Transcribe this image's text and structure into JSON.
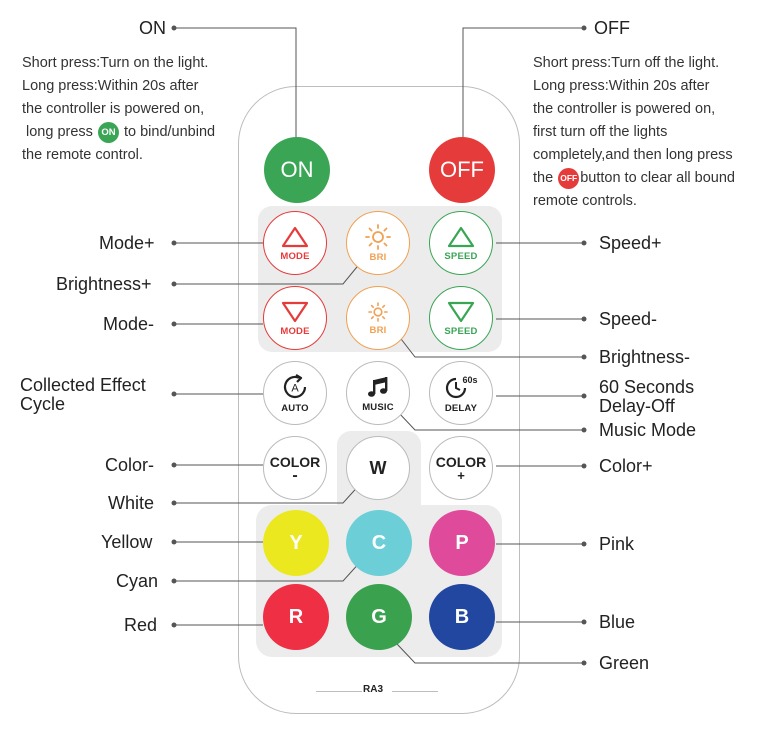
{
  "labels": {
    "on": "ON",
    "off": "OFF",
    "mode_plus": "Mode+",
    "brightness_plus": "Brightness+",
    "mode_minus": "Mode-",
    "collected_effect_line1": "Collected Effect",
    "collected_effect_line2": "Cycle",
    "color_minus": "Color-",
    "white": "White",
    "yellow": "Yellow",
    "cyan": "Cyan",
    "red": "Red",
    "speed_plus": "Speed+",
    "speed_minus": "Speed-",
    "brightness_minus": "Brightness-",
    "delay_line1": "60 Seconds",
    "delay_line2": "Delay-Off",
    "music_mode": "Music Mode",
    "color_plus": "Color+",
    "pink": "Pink",
    "blue": "Blue",
    "green": "Green"
  },
  "on_note": {
    "line1": "Short press:Turn on the light.",
    "line2": "Long press:Within 20s after",
    "line3": "the controller is powered on,",
    "line4_pre": "long press",
    "line4_post": "to bind/unbind",
    "line5": "the remote control."
  },
  "off_note": {
    "line1": "Short press:Turn off the light.",
    "line2": "Long press:Within 20s after",
    "line3": "the controller is powered on,",
    "line4": "first turn off the lights",
    "line5": "completely,and then long press",
    "line6_pre": "the",
    "line6_post": "button to clear all bound",
    "line7": "remote controls."
  },
  "inline_pills": {
    "on": "ON",
    "off": "OFF"
  },
  "remote": {
    "on_button": "ON",
    "off_button": "OFF",
    "mode_caption": "MODE",
    "bri_caption": "BRI",
    "speed_caption": "SPEED",
    "auto_caption": "AUTO",
    "auto_badge": "A",
    "music_caption": "MUSIC",
    "delay_caption": "DELAY",
    "delay_badge": "60s",
    "color_text": "COLOR",
    "color_minus_sign": "-",
    "color_plus_sign": "+",
    "white_button": "W",
    "yellow_button": "Y",
    "cyan_button": "C",
    "pink_button": "P",
    "red_button": "R",
    "green_button": "G",
    "blue_button": "B",
    "model": "RA3"
  },
  "colors": {
    "green": "#3aa655",
    "red": "#e63b3b",
    "orange": "#f0a152",
    "yellow": "#ece81f",
    "cyan": "#6ccfd7",
    "pink": "#e04a9b",
    "red_btn": "#ee2f44",
    "green_btn": "#3aa24f",
    "blue_btn": "#2147a0",
    "panel": "#ececec"
  }
}
